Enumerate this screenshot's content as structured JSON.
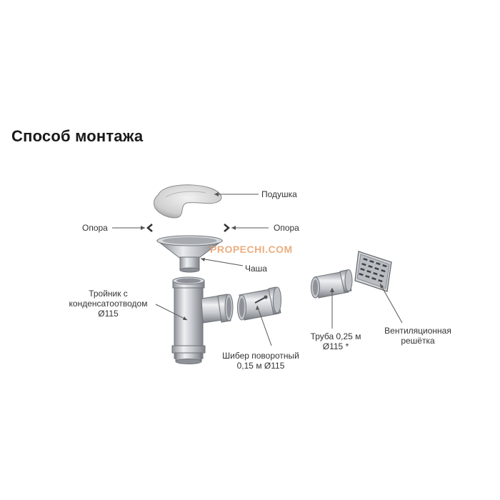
{
  "title": "Способ монтажа",
  "watermark": "PROPECHI.COM",
  "labels": {
    "pillow": "Подушка",
    "support_left": "Опора",
    "support_right": "Опора",
    "bowl": "Чаша",
    "tee_line1": "Тройник с",
    "tee_line2": "конденсатоотводом",
    "tee_line3": "Ø115",
    "damper_line1": "Шибер поворотный",
    "damper_line2": "0,15 м Ø115",
    "pipe_line1": "Труба 0,25 м",
    "pipe_line2": "Ø115 *",
    "grille_line1": "Вентиляционная",
    "grille_line2": "решётка"
  }
}
